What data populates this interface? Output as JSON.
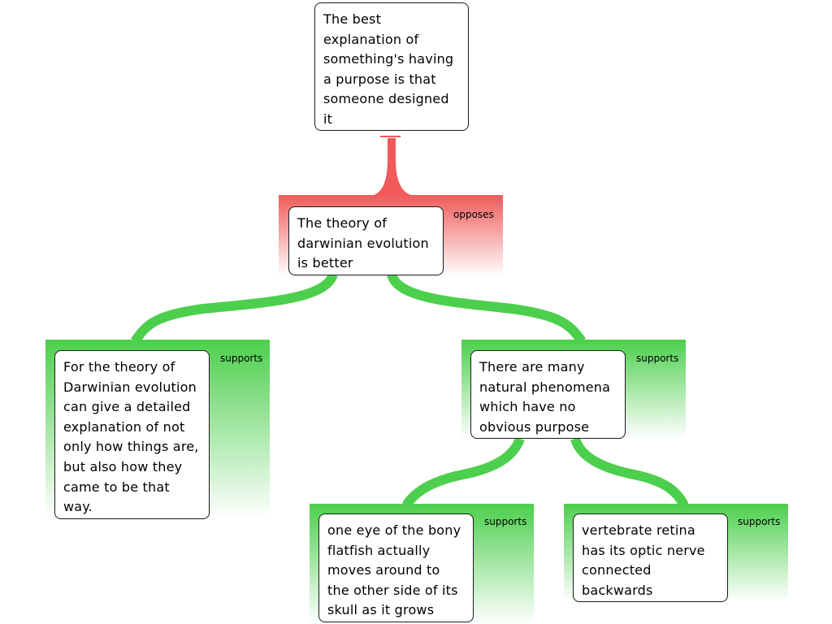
{
  "colors": {
    "oppose": "#f05a5a",
    "support": "#4ccf4c",
    "node_border": "#1a1a1a"
  },
  "nodes": {
    "root": {
      "text": "The best explanation of something's having a purpose is that someone designed it"
    },
    "darwin": {
      "text": "The theory of darwinian evolution is better",
      "relation": "opposes"
    },
    "detail": {
      "text": "For the theory of Darwinian evolution can give a detailed explanation of not only how things are, but also how they came to be that way.",
      "relation": "supports"
    },
    "phenomena": {
      "text": "There are many natural phenomena which have no obvious purpose",
      "relation": "supports"
    },
    "flatfish": {
      "text": "one eye of the bony flatfish actually moves around to the other side of its skull as it grows",
      "relation": "supports"
    },
    "retina": {
      "text": "vertebrate retina has its optic nerve connected backwards",
      "relation": "supports"
    }
  }
}
